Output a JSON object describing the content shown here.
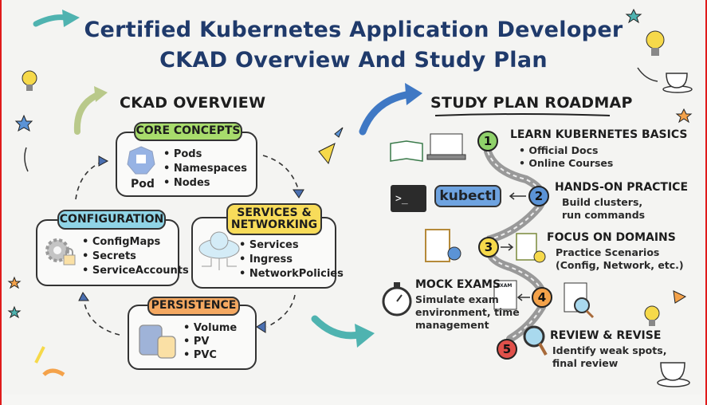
{
  "title": {
    "line1": "Certified Kubernetes Application Developer",
    "line2": "CKAD Overview And Study Plan"
  },
  "overview": {
    "heading": "CKAD OVERVIEW",
    "sections": [
      {
        "label": "CORE CONCEPTS",
        "color": "#a8dc6c",
        "icon": "pod-icon",
        "icon_label": "Pod",
        "items": [
          "• Pods",
          "• Namespaces",
          "• Nodes"
        ]
      },
      {
        "label": "CONFIGURATION",
        "color": "#8fd4e6",
        "icon": "gear-lock-icon",
        "items": [
          "• ConfigMaps",
          "• Secrets",
          "• ServiceAccounts"
        ]
      },
      {
        "label": "SERVICES & NETWORKING",
        "color": "#f8dc5a",
        "icon": "cloud-network-icon",
        "items": [
          "• Services",
          "• Ingress",
          "• NetworkPolicies"
        ]
      },
      {
        "label": "PERSISTENCE",
        "color": "#f4a861",
        "icon": "database-icon",
        "items": [
          "• Volume",
          "• PV",
          "• PVC"
        ]
      }
    ]
  },
  "roadmap": {
    "heading": "STUDY PLAN ROADMAP",
    "steps": [
      {
        "number": "1",
        "color": "#8fd16a",
        "title": "LEARN KUBERNETES BASICS",
        "lines": [
          "• Official Docs",
          "• Online Courses"
        ]
      },
      {
        "number": "2",
        "color": "#5b93d6",
        "title": "HANDS-ON PRACTICE",
        "lines": [
          "Build clusters,",
          "run commands"
        ],
        "tool": "kubectl"
      },
      {
        "number": "3",
        "color": "#f6d94a",
        "title": "FOCUS ON DOMAINS",
        "lines": [
          "Practice Scenarios",
          "(Config, Network, etc.)"
        ]
      },
      {
        "number": "4",
        "color": "#f4a24a",
        "title": "MOCK EXAMS",
        "lines": [
          "Simulate exam",
          "environment, time",
          "management"
        ],
        "doc_label": "EXAM"
      },
      {
        "number": "5",
        "color": "#e0504a",
        "title": "REVIEW & REVISE",
        "lines": [
          "Identify weak spots,",
          "final review"
        ]
      }
    ]
  },
  "terminal_prompt": ">_"
}
